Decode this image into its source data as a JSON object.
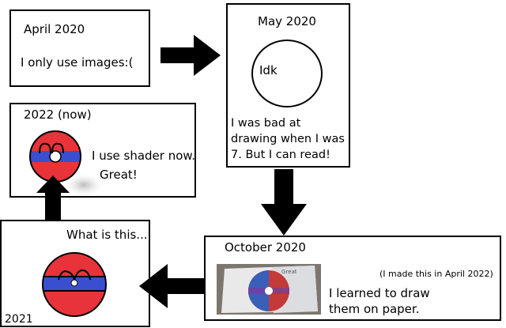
{
  "panels": {
    "april2020": {
      "title": "April 2020",
      "text": "I only use images:("
    },
    "may2020": {
      "title": "May 2020",
      "circle_label": "Idk",
      "lines": [
        "I was bad at",
        "drawing when I was",
        "7. But I can read!"
      ]
    },
    "now2022": {
      "title": "2022 (now)",
      "lines": [
        "I use shader now.",
        "Great!"
      ]
    },
    "oct2020": {
      "title": "October 2020",
      "note": "(I made this in April 2022)",
      "lines": [
        "I learned to draw",
        "them on paper."
      ],
      "photo_caption": "Great"
    },
    "y2021": {
      "title": "What is this...",
      "year": "2021"
    }
  },
  "icons": {
    "arrows": [
      "arrow-right-icon",
      "arrow-down-icon",
      "arrow-left-icon",
      "arrow-up-icon"
    ]
  },
  "colors": {
    "ball_red": "#e8333a",
    "ball_blue": "#3a4fd0",
    "arrow": "#000000"
  }
}
